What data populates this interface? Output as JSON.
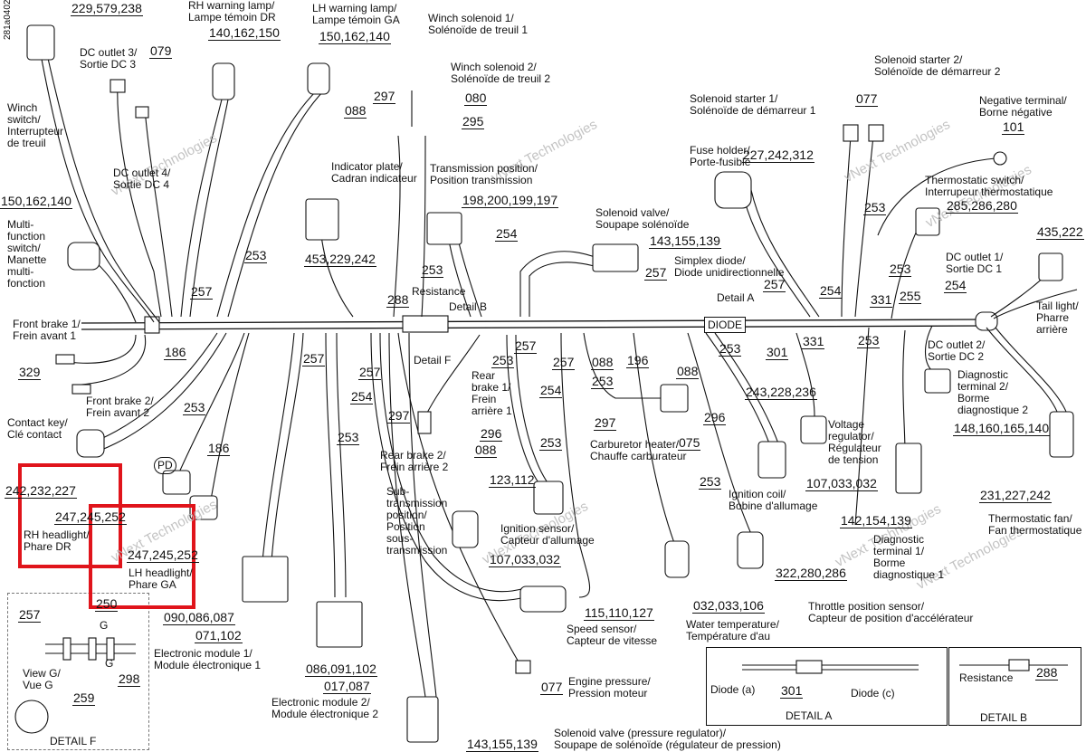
{
  "drawing_id": "281a0402",
  "labels": {
    "winch_switch": "Winch\nswitch/\nInterrupteur\nde treuil",
    "dc_outlet3": "DC outlet 3/\nSortie DC 3",
    "dc_outlet4": "DC outlet 4/\nSortie DC 4",
    "rh_warning": "RH warning lamp/\nLampe témoin DR",
    "lh_warning": "LH warning lamp/\nLampe témoin GA",
    "winch_sol1": "Winch solenoid 1/\nSolénoïde de treuil 1",
    "winch_sol2": "Winch solenoid 2/\nSolénoïde de treuil 2",
    "indicator_plate": "Indicator plate/\nCadran indicateur",
    "trans_position": "Transmission position/\nPosition transmission",
    "solenoid_starter2": "Solenoid starter 2/\nSolénoïde de démarreur 2",
    "solenoid_starter1": "Solenoid starter 1/\nSolénoïde de démarreur 1",
    "negative_terminal": "Negative terminal/\nBorne négative",
    "fuse_holder": "Fuse holder/\nPorte-fusible",
    "thermostatic_switch": "Thermostatic switch/\nInterrupeur thermostatique",
    "solenoid_valve": "Solenoid valve/\nSoupape solénoïde",
    "simplex_diode": "Simplex diode/\nDiode unidirectionnelle",
    "multifunction": "Multi-\nfunction\nswitch/\nManette\nmulti-\nfonction",
    "dc_outlet1": "DC outlet 1/\nSortie DC 1",
    "tail_light": "Tail light/\nPharre\narrière",
    "resistance": "Resistance",
    "detail_a_ref": "Detail A",
    "detail_b_ref": "Detail B",
    "detail_f_ref": "Detail F",
    "diode": "DIODE",
    "front_brake1": "Front brake 1/\nFrein avant 1",
    "front_brake2": "Front brake 2/\nFrein avant 2",
    "dc_outlet2": "DC outlet 2/\nSortie DC 2",
    "diag_terminal2": "Diagnostic\nterminal 2/\nBorme\ndiagnostique 2",
    "contact_key": "Contact key/\nClé contact",
    "rear_brake1": "Rear\nbrake 1/\nFrein\narrière 1",
    "rear_brake2": "Rear brake 2/\nFrein arrière 2",
    "carb_heater": "Carburetor heater/\nChauffe carburateur",
    "voltage_reg": "Voltage\nregulator/\nRégulateur\nde tension",
    "pd": "PD",
    "ignition_coil": "Ignition coil/\nBobine d'allumage",
    "rh_headlight": "RH headlight/\nPhare DR",
    "sub_trans": "Sub-\ntransmission\nposition/\nPosition\nsous-\ntransmission",
    "ignition_sensor": "Ignition sensor/\nCapteur d'allumage",
    "thermostatic_fan": "Thermostatic fan/\nFan thermostatique",
    "lh_headlight": "LH headlight/\nPhare GA",
    "diag_terminal1": "Diagnostic\nterminal 1/\nBorme\ndiagnostique 1",
    "throttle_sensor": "Throttle position sensor/\nCapteur de position d'accélérateur",
    "speed_sensor": "Speed sensor/\nCapteur de vitesse",
    "water_temp": "Water temperature/\nTempérature d'au",
    "electronic1": "Electronic module 1/\nModule électronique 1",
    "electronic2": "Electronic module 2/\nModule électronique 2",
    "engine_pressure": "Engine pressure/\nPression moteur",
    "solenoid_valve_pr": "Solenoid valve (pressure regulator)/\nSoupape de solénoïde (régulateur de pression)",
    "view_g": "View G/\nVue G",
    "g1": "G",
    "g2": "G",
    "detail_f_title": "DETAIL F",
    "detail_a_title": "DETAIL A",
    "detail_b_title": "DETAIL B",
    "diode_a": "Diode (a)",
    "diode_c": "Diode (c)",
    "resistance_b": "Resistance"
  },
  "numbers": {
    "n229579238": "229,579,238",
    "n079": "079",
    "n140162150": "140,162,150",
    "n150162140a": "150,162,140",
    "n297a": "297",
    "n088a": "088",
    "n080": "080",
    "n295": "295",
    "n077a": "077",
    "n101": "101",
    "n227242312": "227,242,312",
    "n285286280": "285,286,280",
    "n198200199197": "198,200,199,197",
    "n150162140b": "150,162,140",
    "n143155139a": "143,155,139",
    "n253a": "253",
    "n453229242": "453,229,242",
    "n253b": "253",
    "n254a": "254",
    "n257a": "257",
    "n253c": "253",
    "n435222": "435,222",
    "n253d": "253",
    "n257b": "257",
    "n254b": "254",
    "n331a": "331",
    "n255": "255",
    "n254c": "254",
    "n257c": "257",
    "n288a": "288",
    "n186a": "186",
    "n257d": "257",
    "n257e": "257",
    "n253e": "253",
    "n257f": "257",
    "n253f": "253",
    "n301a": "301",
    "n331b": "331",
    "n253g": "253",
    "n329": "329",
    "n257g": "257",
    "n257h": "257",
    "n254d": "254",
    "n088b": "088",
    "n196": "196",
    "n088c": "088",
    "n253h": "253",
    "n243228236": "243,228,236",
    "n148160165140": "148,160,165,140",
    "n253i": "253",
    "n254e": "254",
    "n297b": "297",
    "n296a": "296",
    "n296b": "296",
    "n253j": "253",
    "n297c": "297",
    "n088d": "088",
    "n075": "075",
    "n253k": "253",
    "n186b": "186",
    "n253l": "253",
    "n242232227": "242,232,227",
    "n123112": "123,112",
    "n107033032a": "107,033,032",
    "n253m": "253",
    "n231227242": "231,227,242",
    "n247245252a": "247,245,252",
    "n142154139": "142,154,139",
    "n247245252b": "247,245,252",
    "n107033032b": "107,033,032",
    "n322280286": "322,280,286",
    "n090086087": "090,086,087",
    "n071102": "071,102",
    "n115110127": "115,110,127",
    "n032033106": "032,033,106",
    "n257i": "257",
    "n250": "250",
    "n298": "298",
    "n259": "259",
    "n086091102": "086,091,102",
    "n017087": "017,087",
    "n077b": "077",
    "n301b": "301",
    "n288b": "288",
    "n143155139b": "143,155,139"
  },
  "watermarks": [
    "vNext Technologies",
    "vNext Technologies",
    "vNext Technologies",
    "vNext Technologies",
    "vNext Technologies",
    "vNext Technologies",
    "vNext Technologies",
    "vNext Technologies"
  ],
  "highlight_color": "#e0141b",
  "line_color": "#111111"
}
